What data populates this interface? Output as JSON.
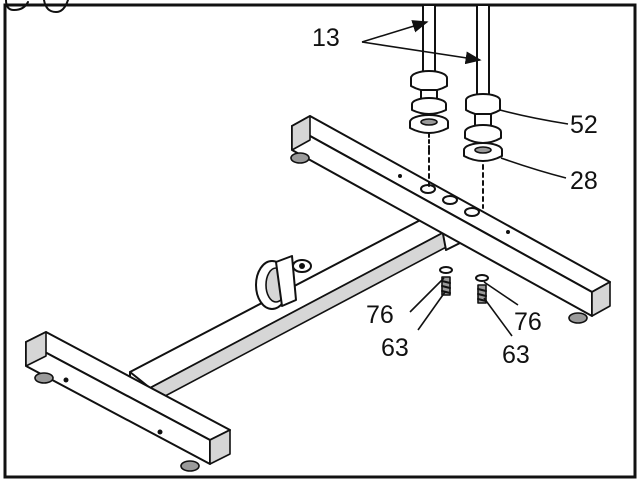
{
  "diagram": {
    "frame_color": "#111111",
    "background": "#ffffff",
    "labels": {
      "part_13": "13",
      "part_52": "52",
      "part_28": "28",
      "part_76_left": "76",
      "part_63_left": "63",
      "part_76_right": "76",
      "part_63_right": "63"
    }
  }
}
